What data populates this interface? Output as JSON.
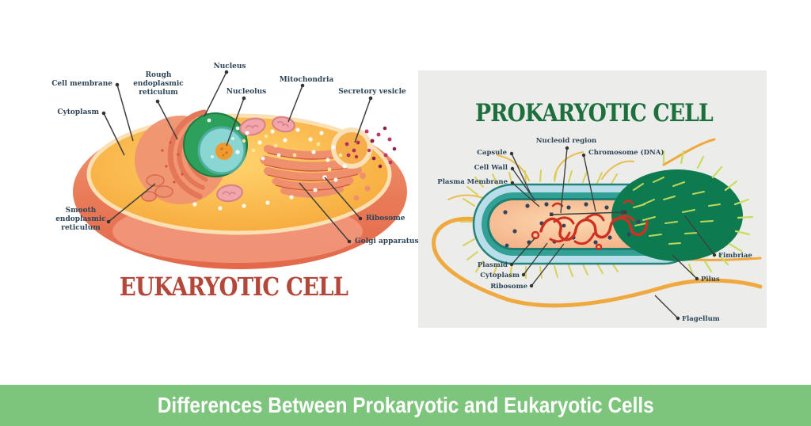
{
  "eukaryotic": {
    "title": "EUKARYOTIC CELL",
    "title_color": "#b3473a",
    "label_color": "#2e4558",
    "labels": {
      "cell_membrane": "Cell membrane",
      "cytoplasm": "Cytoplasm",
      "rough_er": "Rough\nendoplasmic\nreticulum",
      "nucleus": "Nucleus",
      "nucleolus": "Nucleolus",
      "mitochondria": "Mitochondria",
      "secretory_vesicle": "Secretory vesicle",
      "smooth_er": "Smooth\nendoplasmic\nreticulum",
      "ribosome": "Ribosome",
      "golgi_apparatus": "Golgi apparatus"
    }
  },
  "prokaryotic": {
    "title": "PROKARYOTIC CELL",
    "title_color": "#1e6f3e",
    "panel_color": "#ececea",
    "labels": {
      "nucleoid_region": "Nucleoid region",
      "capsule": "Capsule",
      "cell_wall": "Cell Wall",
      "plasma_membrane": "Plasma Membrane",
      "chromosome_dna": "Chromosome (DNA)",
      "plasmid": "Plasmid",
      "cytoplasm": "Cytoplasm",
      "ribosome": "Ribosome",
      "fimbriae": "Fimbriae",
      "pilus": "Pilus",
      "flagellum": "Flagellum"
    }
  },
  "banner": {
    "text": "Differences Between Prokaryotic and Eukaryotic Cells",
    "background": "#7dc57d",
    "text_color": "#ffffff"
  }
}
